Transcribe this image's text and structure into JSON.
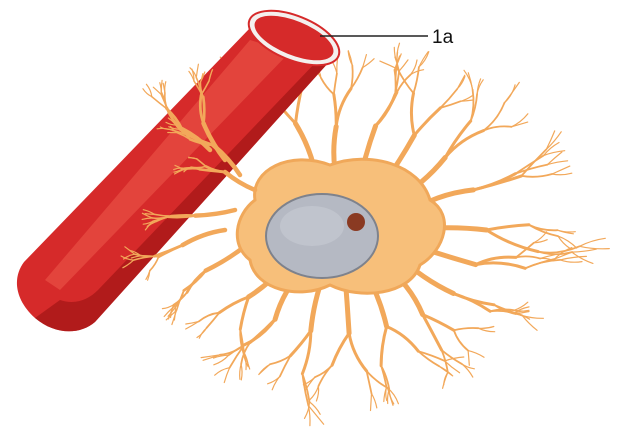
{
  "labels": {
    "vessel": "1a"
  },
  "colors": {
    "background": "#ffffff",
    "vessel_fill": "#d62a2a",
    "vessel_dark": "#a81818",
    "vessel_highlight": "#ee5a4a",
    "cell_body": "#f7bf7a",
    "cell_outline": "#e0903c",
    "nucleus": "#b4b8c2",
    "nucleus_outline": "#8f939c",
    "nucleolus": "#8a3a22",
    "leader_line": "#222222"
  },
  "icons": {
    "vessel": "blood-vessel",
    "cell": "astrocyte",
    "nucleus": "cell-nucleus",
    "nucleolus": "nucleolus"
  }
}
